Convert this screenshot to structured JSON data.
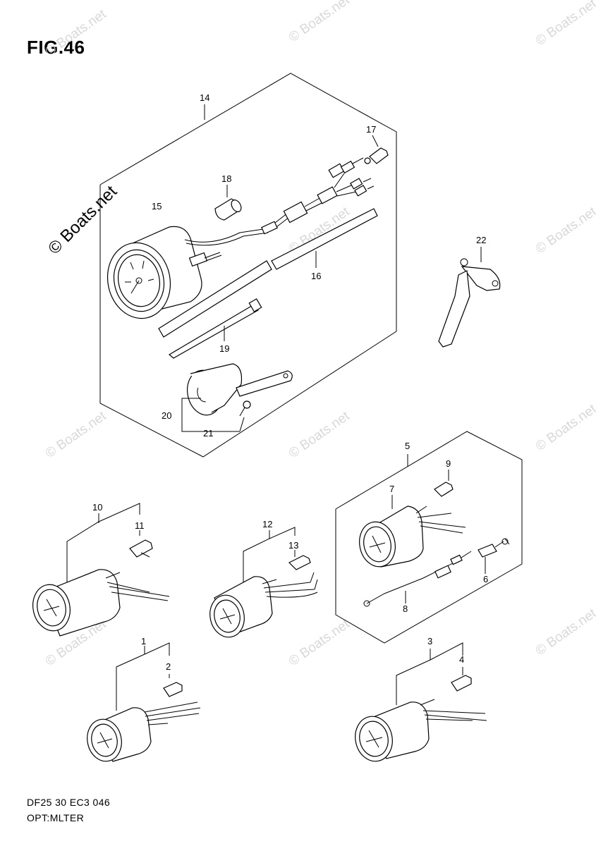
{
  "figure": {
    "title": "FIG.46",
    "footer_code": "DF25 30 EC3 046",
    "footer_name": "OPT:MLTER"
  },
  "watermark": {
    "text": "© Boats.net",
    "main_text": "© Boats.net"
  },
  "callouts": [
    "1",
    "2",
    "3",
    "4",
    "5",
    "6",
    "7",
    "8",
    "9",
    "10",
    "11",
    "12",
    "13",
    "14",
    "15",
    "16",
    "17",
    "18",
    "19",
    "20",
    "21",
    "22"
  ]
}
